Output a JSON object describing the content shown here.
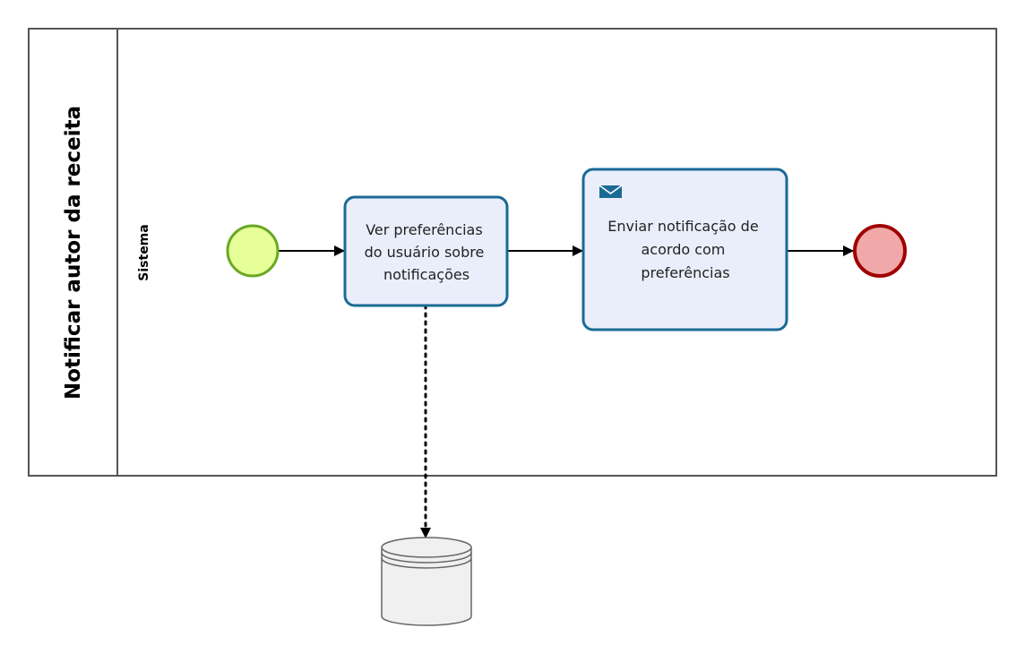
{
  "pool": {
    "title": "Notificar autor da receita"
  },
  "lane": {
    "title": "Sistema"
  },
  "tasks": [
    {
      "id": "ver-preferencias",
      "lines": [
        "Ver preferências",
        "do usuário sobre",
        "notificações"
      ]
    },
    {
      "id": "enviar-notificacao",
      "lines": [
        "Enviar notificação de",
        "acordo com",
        "preferências"
      ],
      "marker": "envelope-icon"
    }
  ],
  "events": {
    "start": {
      "type": "start-event"
    },
    "end": {
      "type": "end-event"
    }
  },
  "data_store": {
    "type": "database-icon"
  },
  "colors": {
    "task_fill": "#eaeefb",
    "task_stroke": "#1b6a96",
    "start_fill": "#e6ff99",
    "start_stroke": "#6aa823",
    "end_fill": "#f0a8a8",
    "end_stroke": "#a00000",
    "store_fill": "#f0f0f0",
    "store_stroke": "#666666"
  }
}
